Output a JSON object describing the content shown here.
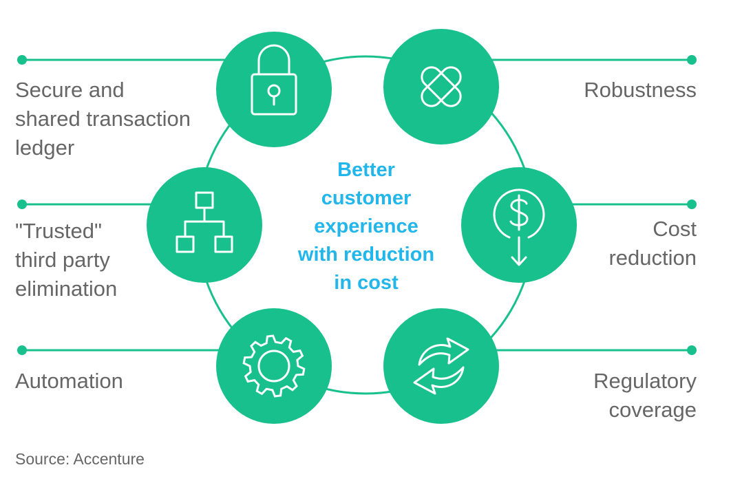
{
  "center": {
    "lines": [
      "Better",
      "customer",
      "experience",
      "with reduction",
      "in cost"
    ]
  },
  "benefits": [
    {
      "id": "secure-ledger",
      "icon": "lock-icon",
      "lines": [
        "Secure and",
        "shared transaction",
        "ledger"
      ]
    },
    {
      "id": "robustness",
      "icon": "interlocking-shapes-icon",
      "lines": [
        "Robustness"
      ]
    },
    {
      "id": "trusted-third-party",
      "icon": "hierarchy-chart-icon",
      "lines": [
        "\"Trusted\"",
        "third party",
        "elimination"
      ]
    },
    {
      "id": "cost-reduction",
      "icon": "dollar-down-arrow-icon",
      "lines": [
        "Cost",
        "reduction"
      ]
    },
    {
      "id": "automation",
      "icon": "gear-icon",
      "lines": [
        "Automation"
      ]
    },
    {
      "id": "regulatory-coverage",
      "icon": "refresh-arrows-icon",
      "lines": [
        "Regulatory",
        "coverage"
      ]
    }
  ],
  "source": "Source: Accenture",
  "colors": {
    "node": "#17c08c",
    "line": "#17c08c",
    "center_text": "#22b6ea",
    "label_text": "#666666"
  }
}
